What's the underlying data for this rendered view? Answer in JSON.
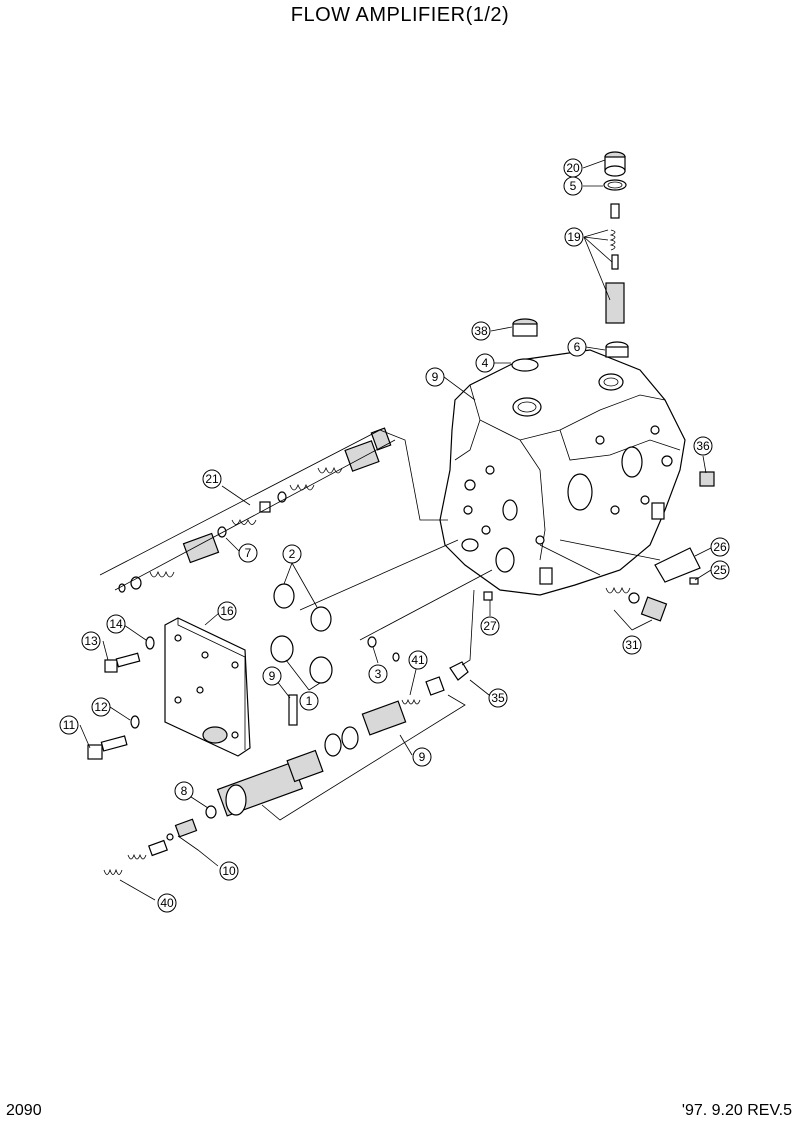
{
  "header": {
    "title": "FLOW AMPLIFIER(1/2)"
  },
  "footer": {
    "page_number": "2090",
    "revision": "'97. 9.20  REV.5"
  },
  "callouts": [
    "20",
    "5",
    "19",
    "38",
    "6",
    "4",
    "9",
    "36",
    "21",
    "7",
    "2",
    "26",
    "25",
    "27",
    "16",
    "14",
    "13",
    "1",
    "3",
    "41",
    "31",
    "9",
    "12",
    "11",
    "35",
    "9",
    "8",
    "10",
    "40"
  ]
}
